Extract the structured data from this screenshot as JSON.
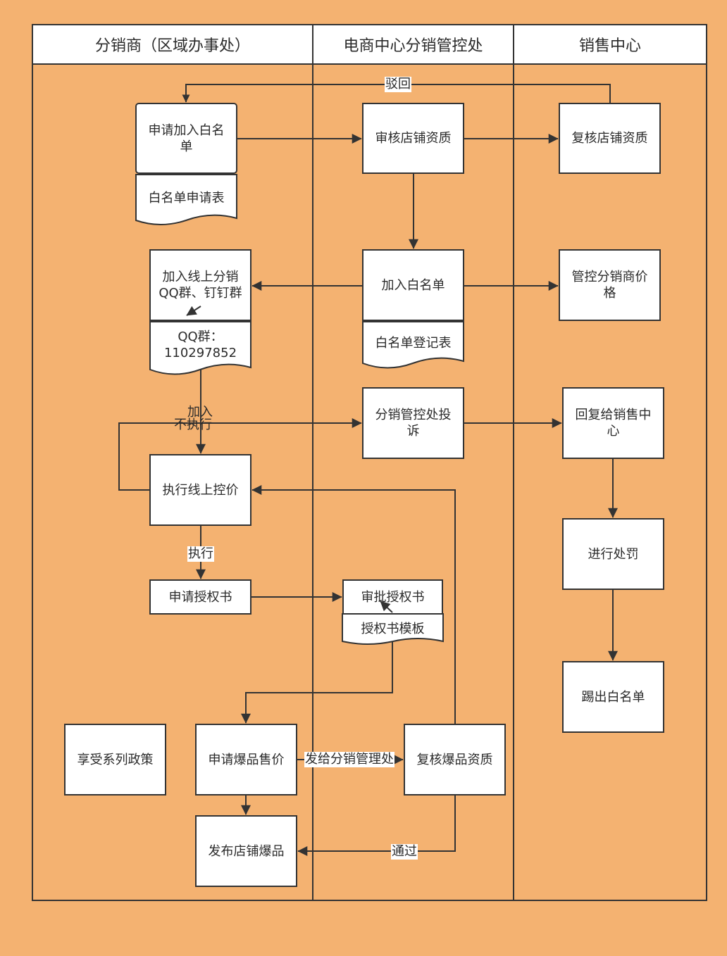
{
  "colors": {
    "background": "#F4B271",
    "box_fill": "#FFFFFF",
    "stroke": "#333333"
  },
  "lanes": {
    "distributor": "分销商（区域办事处）",
    "ecommerce": "电商中心分销管控处",
    "sales": "销售中心"
  },
  "nodes": {
    "apply_whitelist": "申请加入白名单",
    "whitelist_form": "白名单申请表",
    "review_store": "审核店铺资质",
    "recheck_store": "复核店铺资质",
    "join_groups": "加入线上分销QQ群、钉钉群",
    "qq_group": "QQ群：110297852",
    "add_whitelist": "加入白名单",
    "whitelist_register": "白名单登记表",
    "control_price": "管控分销商价格",
    "complaint": "分销管控处投诉",
    "reply_sales": "回复给销售中心",
    "execute_price": "执行线上控价",
    "penalty": "进行处罚",
    "apply_auth": "申请授权书",
    "approve_auth": "审批授权书",
    "auth_template": "授权书模板",
    "kick_whitelist": "踢出白名单",
    "enjoy_policy": "享受系列政策",
    "apply_hot_price": "申请爆品售价",
    "recheck_hot": "复核爆品资质",
    "publish_hot": "发布店铺爆品"
  },
  "edge_labels": {
    "reject": "驳回",
    "join": "加入",
    "not_execute": "不执行",
    "execute": "执行",
    "send_to": "发给分销管理处",
    "pass": "通过"
  }
}
